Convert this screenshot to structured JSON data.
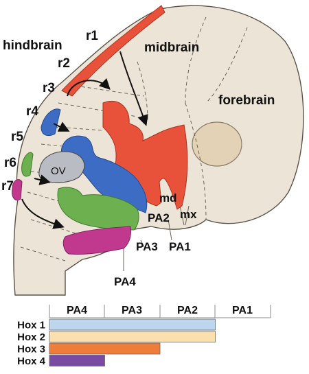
{
  "diagram": {
    "regions": {
      "hindbrain": "hindbrain",
      "midbrain": "midbrain",
      "forebrain": "forebrain",
      "otic_vesicle": "OV"
    },
    "rhombomeres": [
      "r1",
      "r2",
      "r3",
      "r4",
      "r5",
      "r6",
      "r7"
    ],
    "processes": {
      "md": "md",
      "mx": "mx"
    },
    "arches": {
      "PA1": "PA1",
      "PA2": "PA2",
      "PA3": "PA3",
      "PA4": "PA4"
    },
    "colors": {
      "r2_stream": "#e8523a",
      "r4_stream": "#3d6cc4",
      "r6_stream": "#6db04f",
      "r7_stream": "#c0398f",
      "embryo_fill": "#ece4d6",
      "otic_vesicle": "#b9bcc2"
    }
  },
  "hox_table": {
    "columns": [
      "PA4",
      "PA3",
      "PA2",
      "PA1"
    ],
    "rows": [
      {
        "label": "Hox 1",
        "color": "#bcd6ee",
        "extent_arches": 3
      },
      {
        "label": "Hox 2",
        "color": "#fbe0ad",
        "extent_arches": 3
      },
      {
        "label": "Hox 3",
        "color": "#ee7d3a",
        "extent_arches": 2
      },
      {
        "label": "Hox 4",
        "color": "#7a4ba3",
        "extent_arches": 1
      }
    ]
  }
}
